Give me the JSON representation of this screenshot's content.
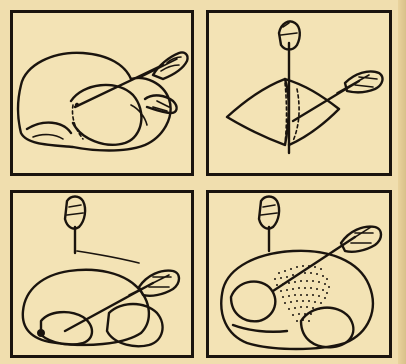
{
  "illustration": {
    "panels": [
      {
        "id": "p1",
        "icon": "trussing-needle-through-bird"
      },
      {
        "id": "p2",
        "icon": "needle-through-wing"
      },
      {
        "id": "p3",
        "icon": "needle-through-leg"
      },
      {
        "id": "p4",
        "icon": "larding-breast"
      }
    ]
  },
  "colors": {
    "paper": "#f0deae",
    "panel_bg": "#f3e3b5",
    "ink": "#1a140e"
  }
}
